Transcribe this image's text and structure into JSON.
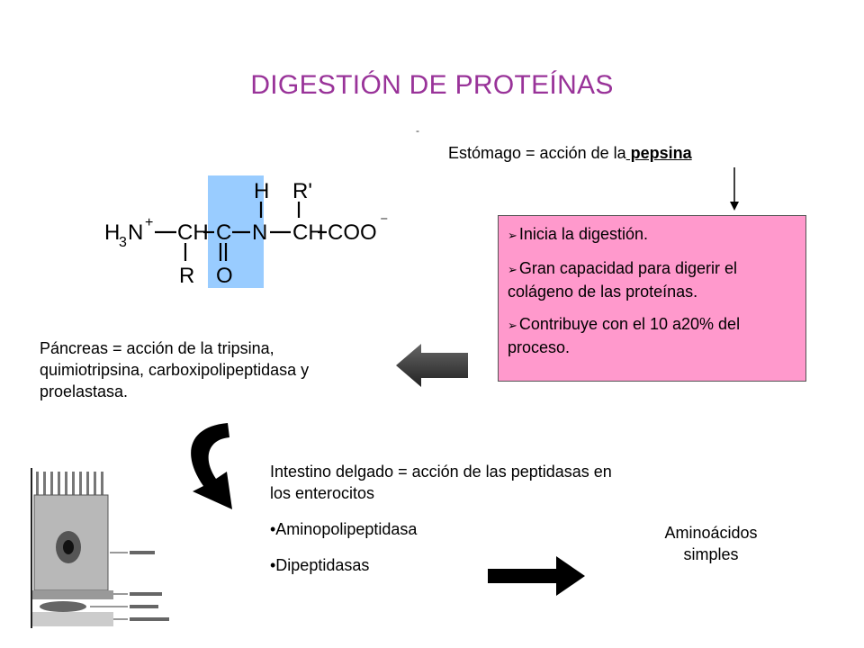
{
  "title": "DIGESTIÓN DE PROTEÍNAS",
  "stomach": {
    "prefix": "Estómago = acción de la",
    "enzyme": " pepsina"
  },
  "pepsin_box": {
    "items": [
      "Inicia la digestión.",
      "Gran capacidad para digerir el colágeno de las proteínas.",
      "Contribuye con el 10 a20% del proceso."
    ]
  },
  "pancreas": {
    "text": "Páncreas = acción de la tripsina, quimiotripsina, carboxipolipeptidasa y proelastasa."
  },
  "intestine": {
    "heading": "Intestino delgado = acción de las peptidasas en los enterocitos",
    "enzymes": [
      "•Aminopolipeptidasa",
      "•Dipeptidasas"
    ]
  },
  "result": {
    "line1": "Aminoácidos",
    "line2": "simples"
  },
  "molecule": {
    "left_group": "H",
    "left_sub": "3",
    "left_n": "N",
    "plus": "+",
    "ch1": "CH",
    "c": "C",
    "n": "N",
    "ch2": "CH",
    "coo": "COO",
    "minus": "⁻",
    "h": "H",
    "r_prime": "R'",
    "r": "R",
    "o": "O"
  },
  "colors": {
    "title": "#993399",
    "box_fill": "#ff99cc",
    "peptide_highlight": "#99ccff",
    "arrow_dark": "#333333"
  },
  "ticks": [
    "-",
    "-"
  ]
}
